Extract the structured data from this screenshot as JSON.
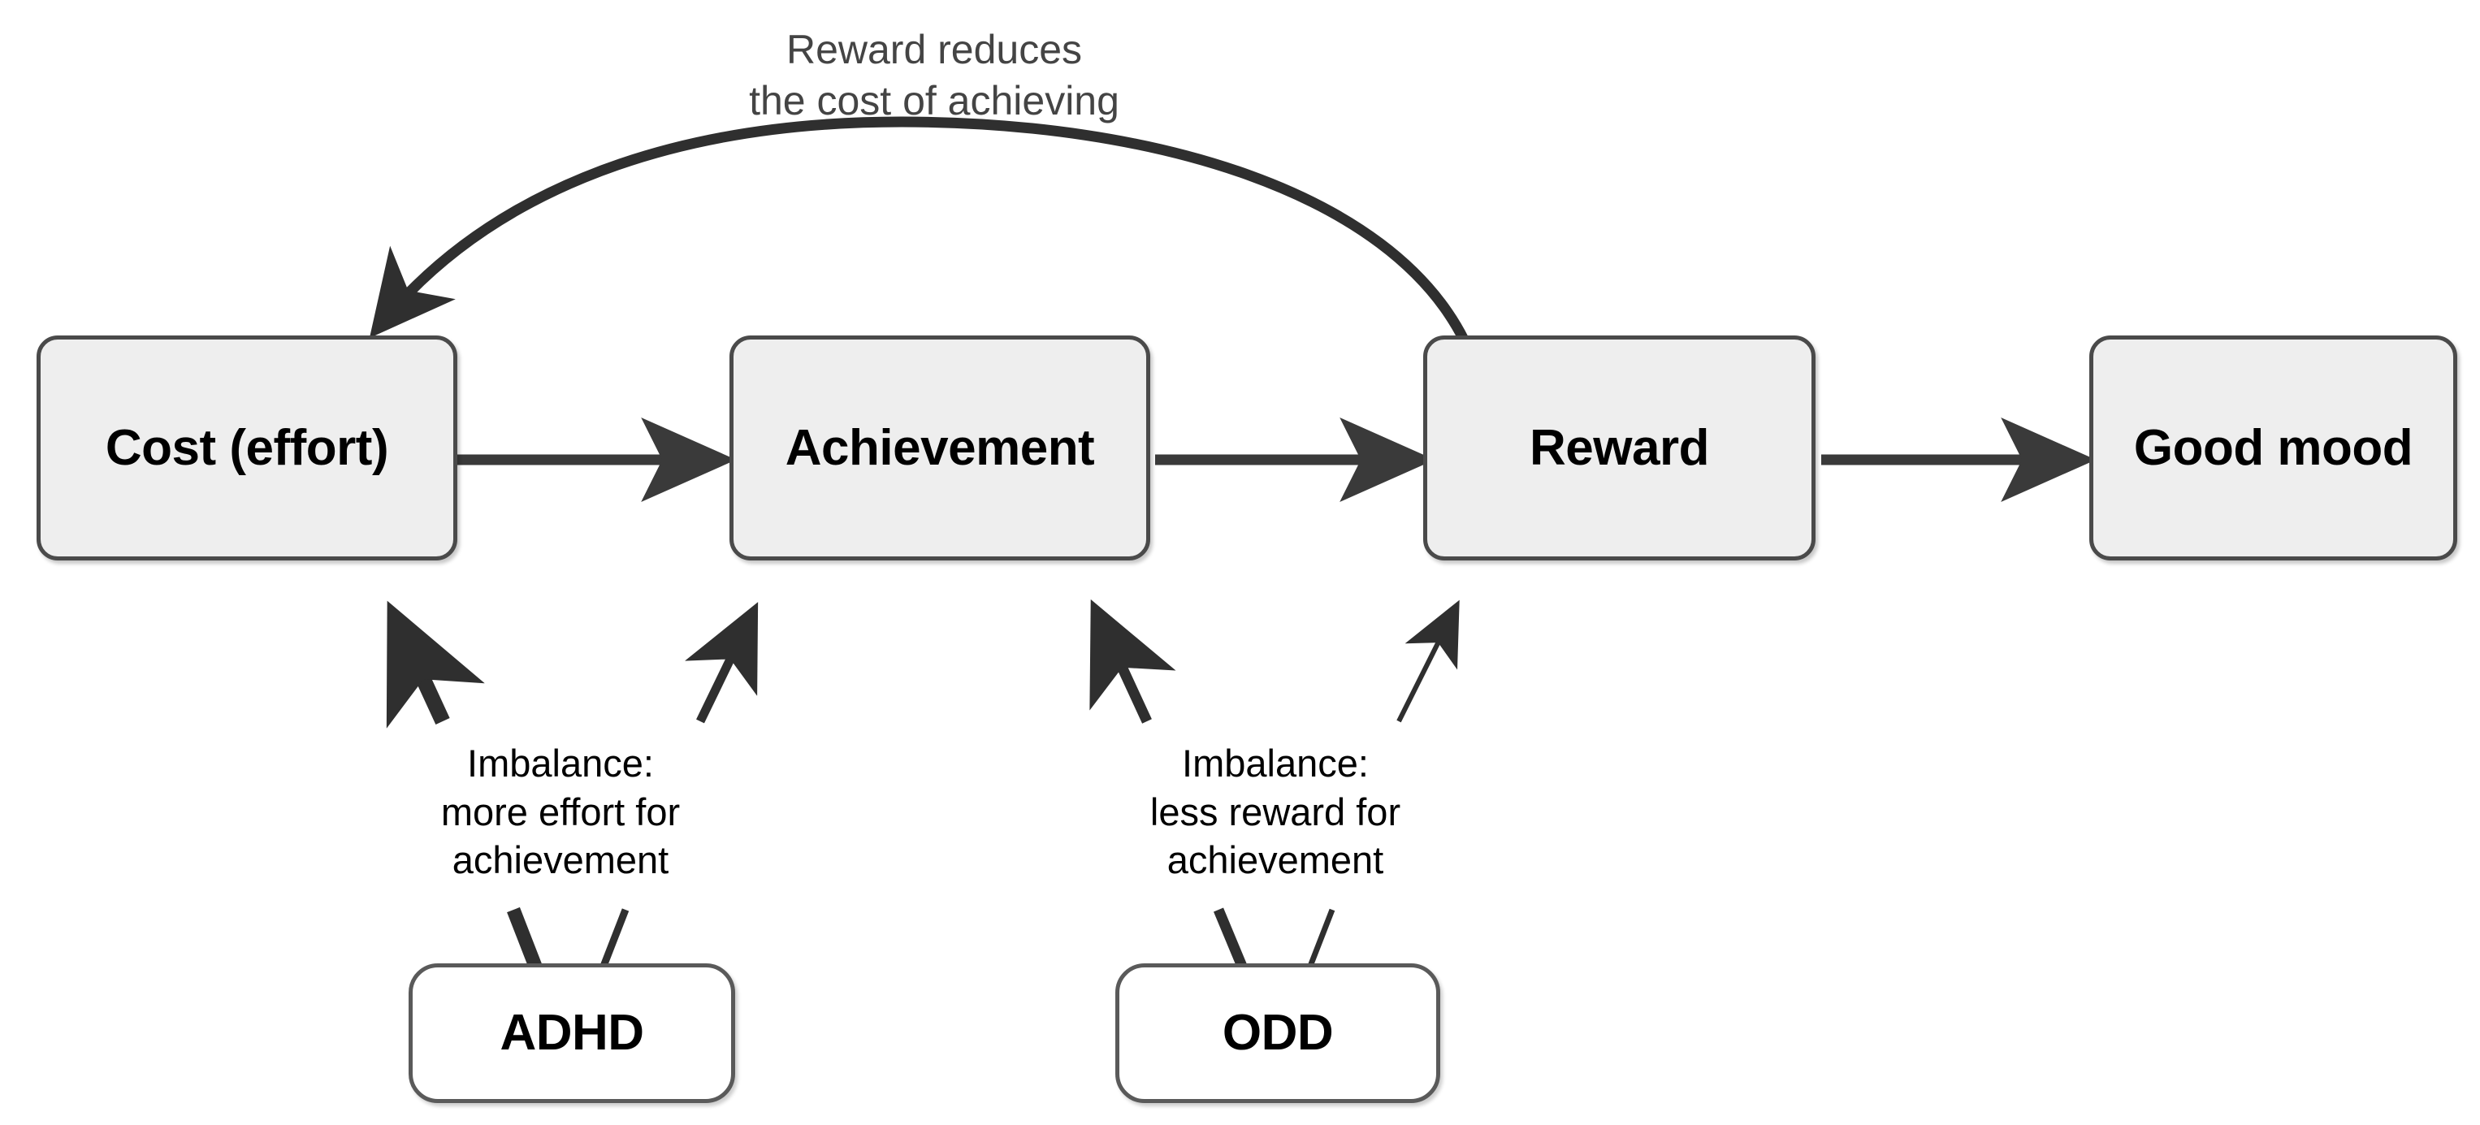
{
  "diagram": {
    "title_note": "Reward reduces\nthe cost of achieving",
    "nodes": {
      "cost": "Cost\n(effort)",
      "achievement": "Achievement",
      "reward": "Reward",
      "good_mood": "Good mood",
      "adhd": "ADHD",
      "odd": "ODD"
    },
    "annotations": {
      "adhd_note": "Imbalance:\nmore effort for\nachievement",
      "odd_note": "Imbalance:\nless reward for\nachievement"
    },
    "edges": [
      {
        "from": "cost",
        "to": "achievement",
        "kind": "straight-arrow",
        "weight": "thick"
      },
      {
        "from": "achievement",
        "to": "reward",
        "kind": "straight-arrow",
        "weight": "thick"
      },
      {
        "from": "reward",
        "to": "good_mood",
        "kind": "straight-arrow",
        "weight": "thick"
      },
      {
        "from": "reward",
        "to": "cost",
        "kind": "curved-arrow",
        "weight": "thick",
        "label": "Reward reduces the cost of achieving"
      },
      {
        "from": "adhd",
        "to": "cost",
        "kind": "up-arrow",
        "weight": "very-thick"
      },
      {
        "from": "adhd",
        "to": "achievement",
        "kind": "up-arrow",
        "weight": "medium"
      },
      {
        "from": "odd",
        "to": "achievement",
        "kind": "up-arrow",
        "weight": "medium-thick"
      },
      {
        "from": "odd",
        "to": "reward",
        "kind": "up-arrow",
        "weight": "thin"
      }
    ],
    "colors": {
      "background": "#ffffff",
      "node_fill": "#eeeeee",
      "node_fill_disorder": "#ffffff",
      "node_border": "#4a4a4a",
      "arrow": "#3a3a3a",
      "text": "#000000",
      "caption_top_text": "#444444"
    }
  }
}
